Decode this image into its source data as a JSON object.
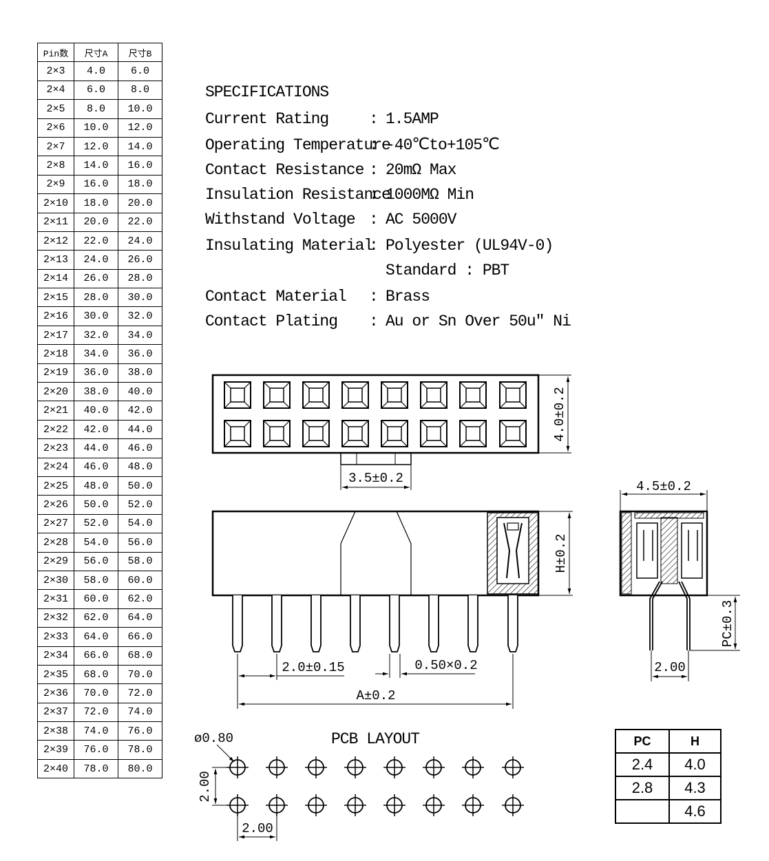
{
  "pin_table": {
    "headers": [
      "Pin数",
      "尺寸A",
      "尺寸B"
    ],
    "rows": [
      [
        "2×3",
        "4.0",
        "6.0"
      ],
      [
        "2×4",
        "6.0",
        "8.0"
      ],
      [
        "2×5",
        "8.0",
        "10.0"
      ],
      [
        "2×6",
        "10.0",
        "12.0"
      ],
      [
        "2×7",
        "12.0",
        "14.0"
      ],
      [
        "2×8",
        "14.0",
        "16.0"
      ],
      [
        "2×9",
        "16.0",
        "18.0"
      ],
      [
        "2×10",
        "18.0",
        "20.0"
      ],
      [
        "2×11",
        "20.0",
        "22.0"
      ],
      [
        "2×12",
        "22.0",
        "24.0"
      ],
      [
        "2×13",
        "24.0",
        "26.0"
      ],
      [
        "2×14",
        "26.0",
        "28.0"
      ],
      [
        "2×15",
        "28.0",
        "30.0"
      ],
      [
        "2×16",
        "30.0",
        "32.0"
      ],
      [
        "2×17",
        "32.0",
        "34.0"
      ],
      [
        "2×18",
        "34.0",
        "36.0"
      ],
      [
        "2×19",
        "36.0",
        "38.0"
      ],
      [
        "2×20",
        "38.0",
        "40.0"
      ],
      [
        "2×21",
        "40.0",
        "42.0"
      ],
      [
        "2×22",
        "42.0",
        "44.0"
      ],
      [
        "2×23",
        "44.0",
        "46.0"
      ],
      [
        "2×24",
        "46.0",
        "48.0"
      ],
      [
        "2×25",
        "48.0",
        "50.0"
      ],
      [
        "2×26",
        "50.0",
        "52.0"
      ],
      [
        "2×27",
        "52.0",
        "54.0"
      ],
      [
        "2×28",
        "54.0",
        "56.0"
      ],
      [
        "2×29",
        "56.0",
        "58.0"
      ],
      [
        "2×30",
        "58.0",
        "60.0"
      ],
      [
        "2×31",
        "60.0",
        "62.0"
      ],
      [
        "2×32",
        "62.0",
        "64.0"
      ],
      [
        "2×33",
        "64.0",
        "66.0"
      ],
      [
        "2×34",
        "66.0",
        "68.0"
      ],
      [
        "2×35",
        "68.0",
        "70.0"
      ],
      [
        "2×36",
        "70.0",
        "72.0"
      ],
      [
        "2×37",
        "72.0",
        "74.0"
      ],
      [
        "2×38",
        "74.0",
        "76.0"
      ],
      [
        "2×39",
        "76.0",
        "78.0"
      ],
      [
        "2×40",
        "78.0",
        "80.0"
      ]
    ]
  },
  "specs": {
    "title": "SPECIFICATIONS",
    "separator": ":",
    "items": [
      {
        "label": "Current Rating",
        "value": "1.5AMP"
      },
      {
        "label": "Operating Temperature",
        "value": "-40℃to+105℃"
      },
      {
        "label": "Contact Resistance",
        "value": "20mΩ Max"
      },
      {
        "label": "Insulation Resistance",
        "value": "1000MΩ Min"
      },
      {
        "label": "Withstand Voltage",
        "value": "AC 5000V"
      },
      {
        "label": "Insulating Material",
        "value": "Polyester (UL94V-0)"
      },
      {
        "label": "",
        "value": "Standard : PBT"
      },
      {
        "label": "Contact Material",
        "value": "Brass"
      },
      {
        "label": "Contact Plating",
        "value": "Au or Sn Over 50u″ Ni"
      }
    ]
  },
  "dimensions": {
    "top_height": "4.0±0.2",
    "key_width": "3.5±0.2",
    "side_width": "4.5±0.2",
    "body_height": "H±0.2",
    "pc_length": "PC±0.3",
    "row_pitch_side": "2.00",
    "pitch": "2.0±0.15",
    "pin_size": "0.50×0.2",
    "overall": "A±0.2"
  },
  "pcb_layout": {
    "title": "PCB LAYOUT",
    "hole_dia": "ø0.80",
    "row_pitch": "2.00",
    "col_pitch": "2.00"
  },
  "pc_h_table": {
    "headers": [
      "PC",
      "H"
    ],
    "rows": [
      [
        "2.4",
        "4.0"
      ],
      [
        "2.8",
        "4.3"
      ],
      [
        "",
        "4.6"
      ]
    ]
  }
}
